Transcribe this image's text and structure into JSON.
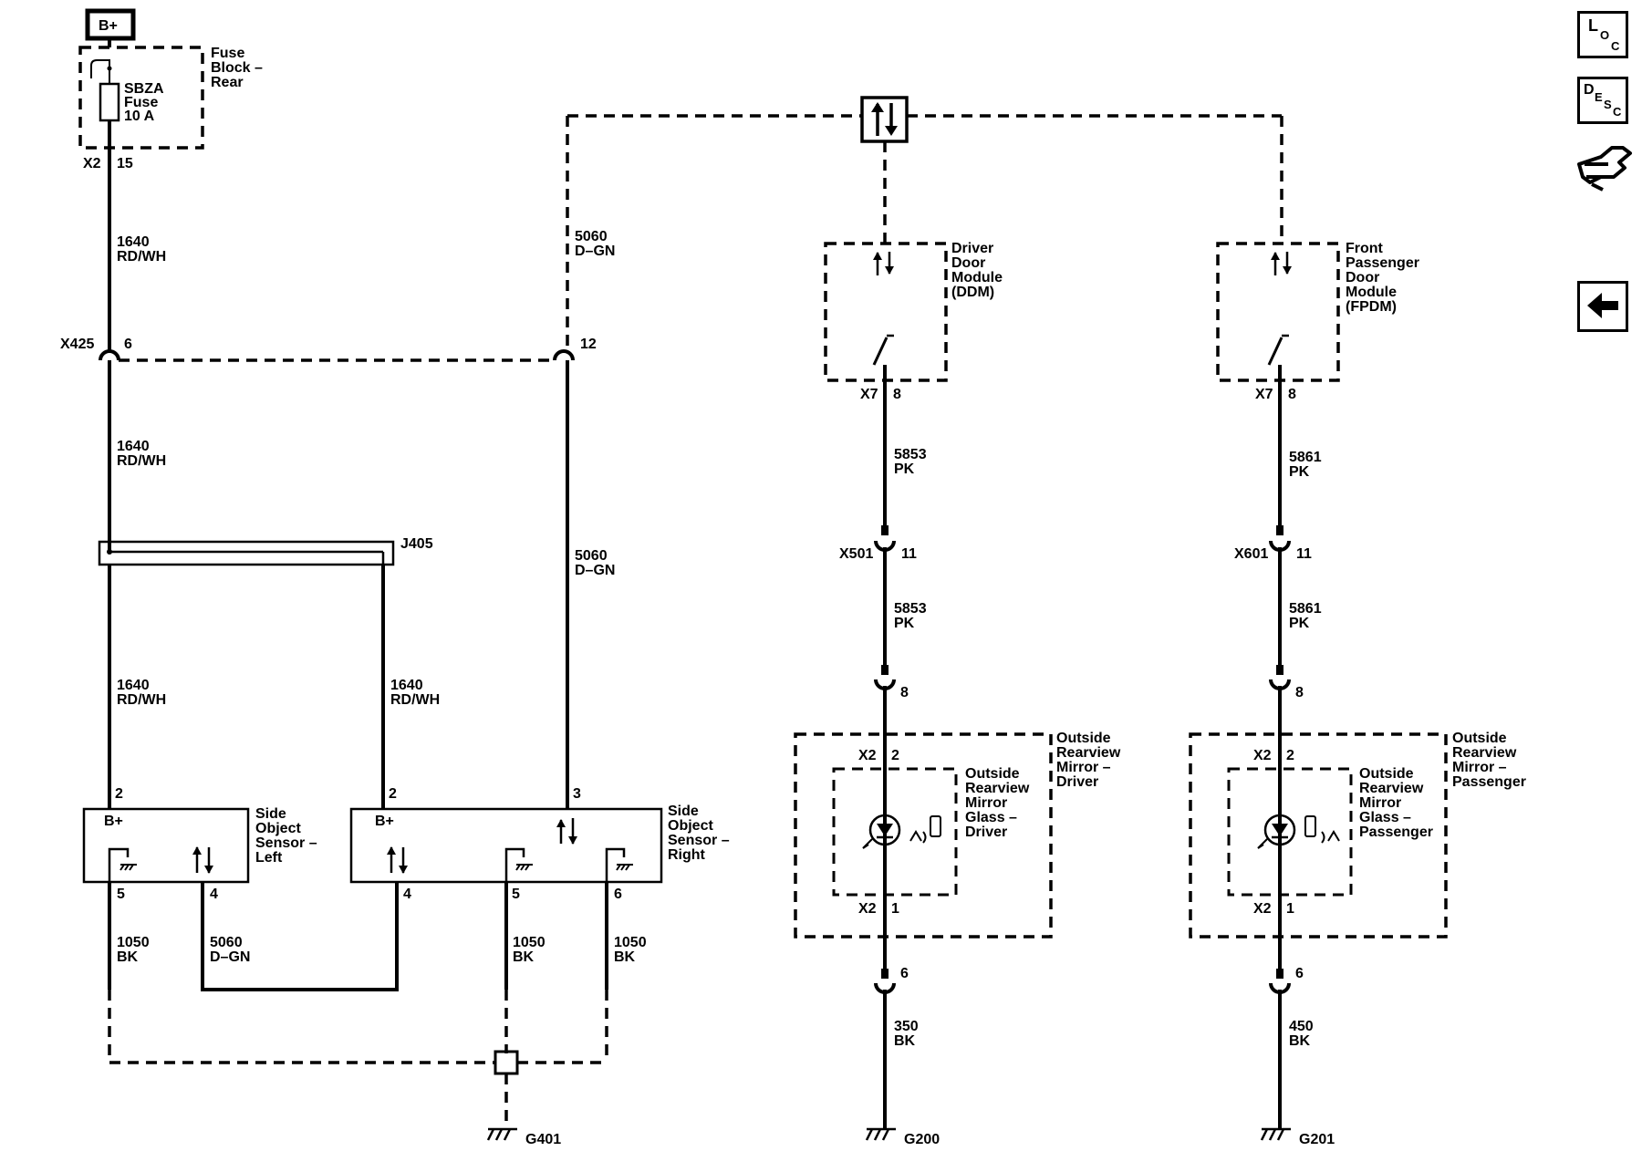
{
  "battery": "B+",
  "fuse_block": {
    "label": [
      "Fuse",
      "Block –",
      "Rear"
    ],
    "fuse": [
      "SBZA",
      "Fuse",
      "10 A"
    ],
    "conn": "X2",
    "pin": "15"
  },
  "wires": {
    "w1640": [
      "1640",
      "RD/WH"
    ],
    "w5060": [
      "5060",
      "D–GN"
    ],
    "w1050": [
      "1050",
      "BK"
    ],
    "w5853": [
      "5853",
      "PK"
    ],
    "w5861": [
      "5861",
      "PK"
    ],
    "w350": [
      "350",
      "BK"
    ],
    "w450": [
      "450",
      "BK"
    ]
  },
  "x425": {
    "label": "X425",
    "pin_a": "6",
    "pin_b": "12"
  },
  "j405": "J405",
  "ddm": {
    "label": [
      "Driver",
      "Door",
      "Module",
      "(DDM)"
    ],
    "conn": "X7",
    "pin": "8"
  },
  "fpdm": {
    "label": [
      "Front",
      "Passenger",
      "Door",
      "Module",
      "(FPDM)"
    ],
    "conn": "X7",
    "pin": "8"
  },
  "x501": {
    "label": "X501",
    "pin": "11"
  },
  "x601": {
    "label": "X601",
    "pin": "11"
  },
  "inline_pins": {
    "p8": "8",
    "p6": "6"
  },
  "mirror_driver": {
    "outer": [
      "Outside",
      "Rearview",
      "Mirror –",
      "Driver"
    ],
    "inner": [
      "Outside",
      "Rearview",
      "Mirror",
      "Glass –",
      "Driver"
    ],
    "conn": "X2",
    "pin_top": "2",
    "pin_bottom": "1"
  },
  "mirror_pass": {
    "outer": [
      "Outside",
      "Rearview",
      "Mirror –",
      "Passenger"
    ],
    "inner": [
      "Outside",
      "Rearview",
      "Mirror",
      "Glass –",
      "Passenger"
    ],
    "conn": "X2",
    "pin_top": "2",
    "pin_bottom": "1"
  },
  "sensor_left": {
    "label": [
      "Side",
      "Object",
      "Sensor –",
      "Left"
    ],
    "bplus": "B+",
    "pin_b": "2",
    "pin_gnd": "5",
    "pin_data": "4"
  },
  "sensor_right": {
    "label": [
      "Side",
      "Object",
      "Sensor –",
      "Right"
    ],
    "bplus": "B+",
    "pin_b": "2",
    "pin_data_top": "3",
    "pin_data": "4",
    "pin_gnd_a": "5",
    "pin_gnd_b": "6"
  },
  "grounds": {
    "g401": "G401",
    "g200": "G200",
    "g201": "G201"
  },
  "side_buttons": {
    "loc": {
      "big": "L",
      "small_a": "O",
      "small_b": "C"
    },
    "desc": {
      "big": "D",
      "small_a": "E",
      "small_b": "S",
      "small_c": "C"
    },
    "connector_icon": "connector-end-view-icon",
    "back_icon": "back-arrow-icon"
  }
}
